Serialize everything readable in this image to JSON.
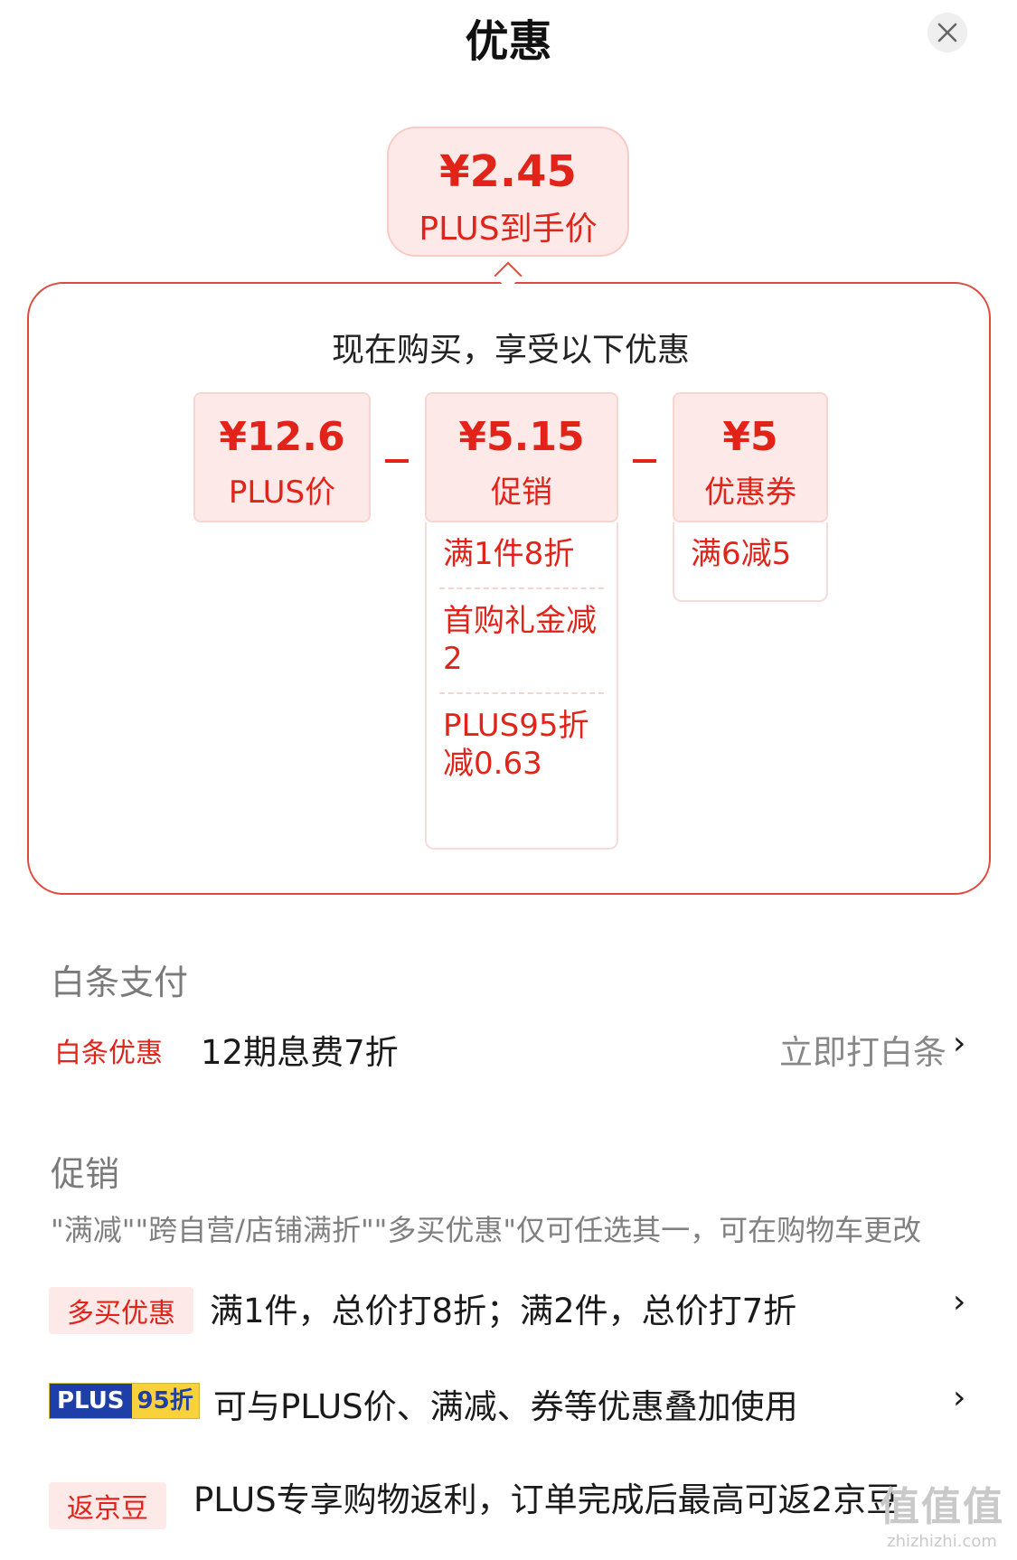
{
  "header": {
    "title": "优惠"
  },
  "final_price": {
    "value": "¥2.45",
    "label": "PLUS到手价"
  },
  "breakdown": {
    "title": "现在购买，享受以下优惠",
    "plus_price": {
      "value": "¥12.6",
      "label": "PLUS价"
    },
    "promotion": {
      "value": "¥5.15",
      "label": "促销",
      "items": [
        "满1件8折",
        "首购礼金减2",
        "PLUS95折减0.63"
      ]
    },
    "coupon": {
      "value": "¥5",
      "label": "优惠券",
      "items": [
        "满6减5"
      ]
    }
  },
  "baitiao": {
    "section_title": "白条支付",
    "tag": "白条优惠",
    "text": "12期息费7折",
    "action": "立即打白条"
  },
  "promo": {
    "section_title": "促销",
    "note": "\"满减\"\"跨自营/店铺满折\"\"多买优惠\"仅可任选其一，可在购物车更改",
    "rows": [
      {
        "tag": "多买优惠",
        "text": "满1件，总价打8折；满2件，总价打7折"
      },
      {
        "tag_a": "PLUS",
        "tag_b": "95折",
        "text": "可与PLUS价、满减、券等优惠叠加使用"
      },
      {
        "tag": "返京豆",
        "text": "PLUS专享购物返利，订单完成后最高可返2京豆"
      }
    ]
  },
  "watermark": {
    "main": "值值值",
    "sub": "zhizhizhi.com"
  }
}
